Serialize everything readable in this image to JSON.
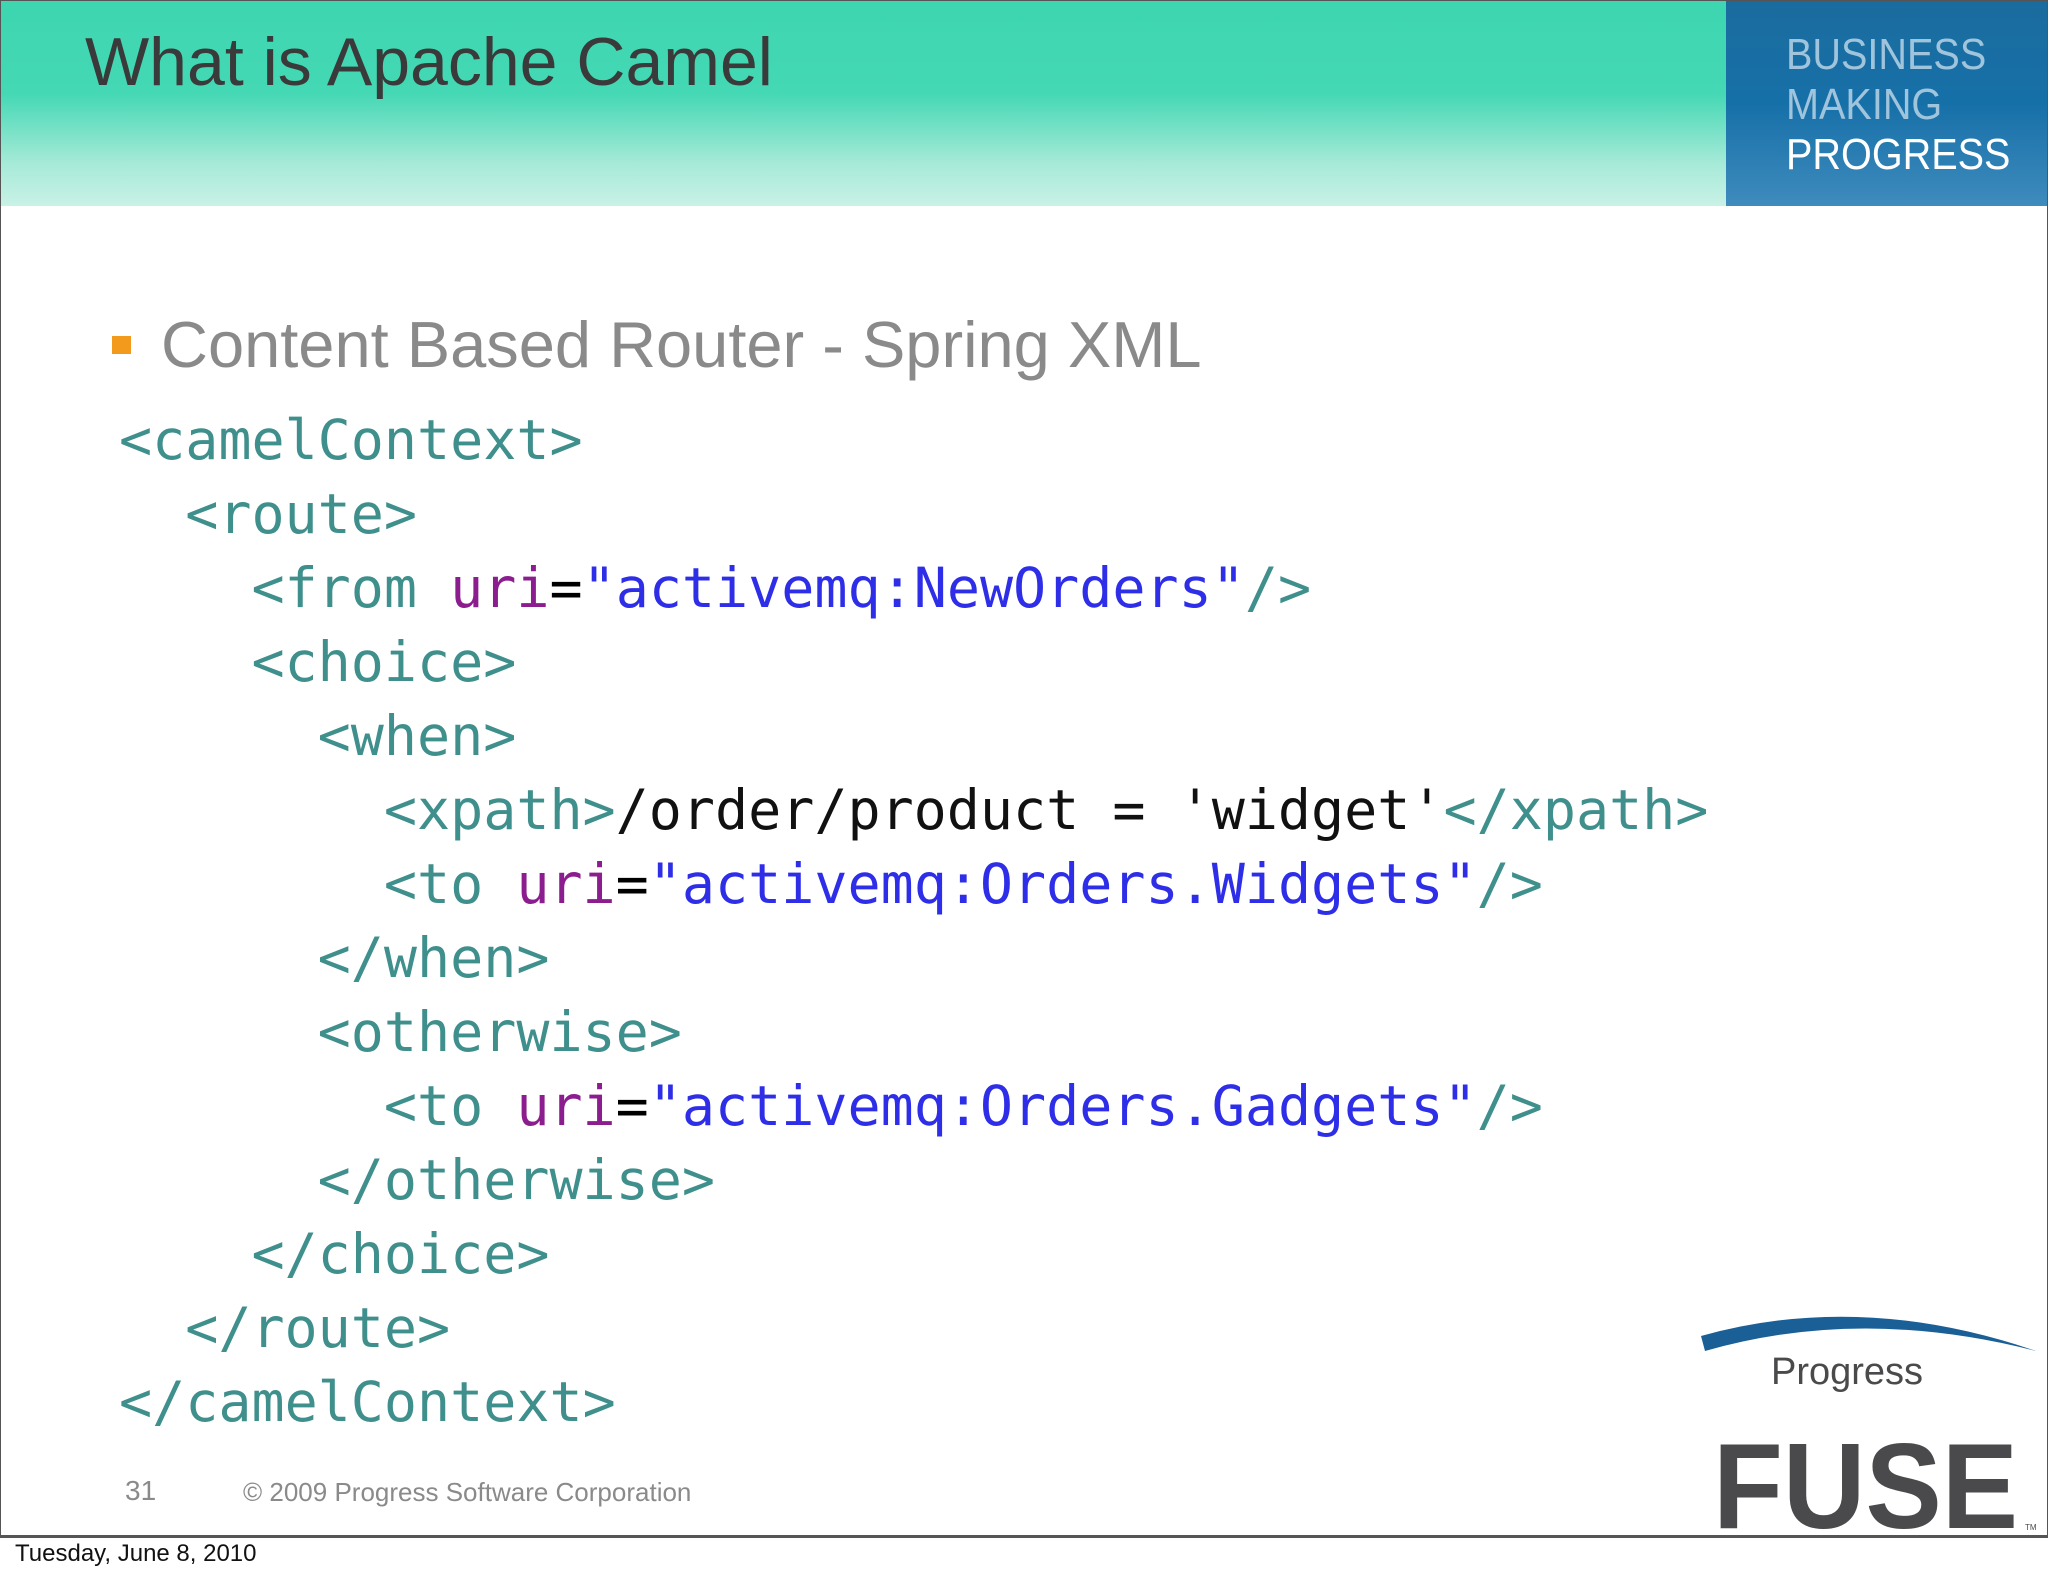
{
  "slide": {
    "title": "What is Apache Camel",
    "brand": [
      "BUSINESS",
      "MAKING",
      "PROGRESS"
    ],
    "bullet": "Content Based Router - Spring XML",
    "code": [
      {
        "indent": 0,
        "tokens": [
          {
            "t": "<camelContext>",
            "k": "tag"
          }
        ]
      },
      {
        "indent": 2,
        "tokens": [
          {
            "t": "<route>",
            "k": "tag"
          }
        ]
      },
      {
        "indent": 4,
        "tokens": [
          {
            "t": "<from ",
            "k": "tag"
          },
          {
            "t": "uri",
            "k": "attr"
          },
          {
            "t": "=",
            "k": "eq"
          },
          {
            "t": "\"activemq:NewOrders\"",
            "k": "val"
          },
          {
            "t": "/>",
            "k": "tag"
          }
        ]
      },
      {
        "indent": 4,
        "tokens": [
          {
            "t": "<choice>",
            "k": "tag"
          }
        ]
      },
      {
        "indent": 6,
        "tokens": [
          {
            "t": "<when>",
            "k": "tag"
          }
        ]
      },
      {
        "indent": 8,
        "tokens": [
          {
            "t": "<xpath>",
            "k": "tag"
          },
          {
            "t": "/order/product = 'widget'",
            "k": "text"
          },
          {
            "t": "</xpath>",
            "k": "tag"
          }
        ]
      },
      {
        "indent": 8,
        "tokens": [
          {
            "t": "<to ",
            "k": "tag"
          },
          {
            "t": "uri",
            "k": "attr"
          },
          {
            "t": "=",
            "k": "eq"
          },
          {
            "t": "\"activemq:Orders.Widgets\"",
            "k": "val"
          },
          {
            "t": "/>",
            "k": "tag"
          }
        ]
      },
      {
        "indent": 6,
        "tokens": [
          {
            "t": "</when>",
            "k": "tag"
          }
        ]
      },
      {
        "indent": 6,
        "tokens": [
          {
            "t": "<otherwise>",
            "k": "tag"
          }
        ]
      },
      {
        "indent": 8,
        "tokens": [
          {
            "t": "<to ",
            "k": "tag"
          },
          {
            "t": "uri",
            "k": "attr"
          },
          {
            "t": "=",
            "k": "eq"
          },
          {
            "t": "\"activemq:Orders.Gadgets\"",
            "k": "val"
          },
          {
            "t": "/>",
            "k": "tag"
          }
        ]
      },
      {
        "indent": 6,
        "tokens": [
          {
            "t": "</otherwise>",
            "k": "tag"
          }
        ]
      },
      {
        "indent": 4,
        "tokens": [
          {
            "t": "</choice>",
            "k": "tag"
          }
        ]
      },
      {
        "indent": 2,
        "tokens": [
          {
            "t": "</route>",
            "k": "tag"
          }
        ]
      },
      {
        "indent": 0,
        "tokens": [
          {
            "t": "</camelContext>",
            "k": "tag"
          }
        ]
      }
    ],
    "page_number": "31",
    "copyright": "© 2009 Progress Software Corporation",
    "logo": {
      "small": "Progress",
      "big": "FUSE",
      "tm": "TM"
    }
  },
  "footer_date": "Tuesday, June 8, 2010",
  "colors": {
    "header": "#3dd6b0",
    "brand_box": "#1670a8",
    "bullet": "#f39a1c",
    "tag": "#3f8f8c",
    "attr": "#8b1d8e",
    "value": "#2e2ee8"
  }
}
